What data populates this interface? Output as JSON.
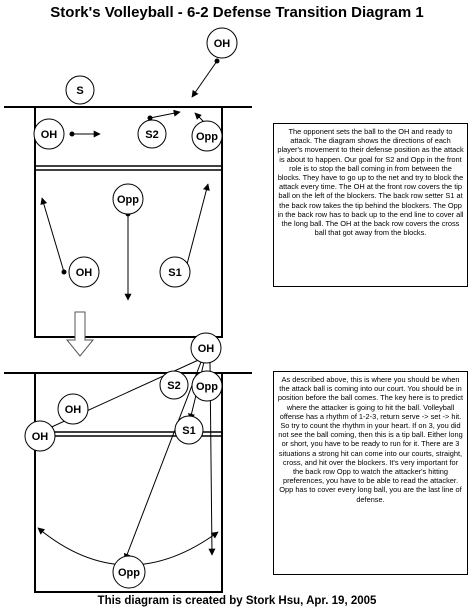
{
  "title": "Stork's Volleyball - 6-2 Defense Transition Diagram 1",
  "footer": "This diagram is created by Stork Hsu, Apr. 19, 2005",
  "diagram1": {
    "players": {
      "oh_opponent": "OH",
      "s_opponent": "S",
      "oh_front": "OH",
      "s2": "S2",
      "opp_front": "Opp",
      "opp_back": "Opp",
      "oh_back": "OH",
      "s1": "S1"
    },
    "note": "The opponent sets the ball to the OH and ready to attack. The diagram shows the directions of each player's movement to their defense position as the attack is about to happen. Our goal for S2 and Opp in the front role is to stop the ball coming in from between the blocks. They have to go up to the net and try to block the attack every time. The OH at the front row covers the tip ball on the left of the blockers. The back row setter S1 at the back row takes the tip behind the blockers. The Opp in the back row has to back up to the end line to cover all the long ball. The OH at the back row covers the cross ball that got away from the blocks."
  },
  "diagram2": {
    "players": {
      "oh_attacker": "OH",
      "s2": "S2",
      "opp_front": "Opp",
      "oh_front": "OH",
      "s1": "S1",
      "oh_back": "OH",
      "opp_back": "Opp"
    },
    "note": "As described above, this is where you should be when the attack ball is coming into our court. You should be in position before the ball comes. The key here is to predict where the attacker is going to hit the ball. Volleyball offense has a rhythm of 1-2-3, return serve -> set -> hit. So try to count the rhythm in your heart. If on 3, you did not see the ball coming, then this is a tip ball. Either long or short, you have to be ready to run for it. There are 3 situations a strong hit can come into our courts, straight, cross, and hit over the blockers. It's very important for the back row Opp to watch the attacker's hitting preferences, you have to be able to read the attacker. Opp has to cover every long ball, you are the last line of defense."
  }
}
